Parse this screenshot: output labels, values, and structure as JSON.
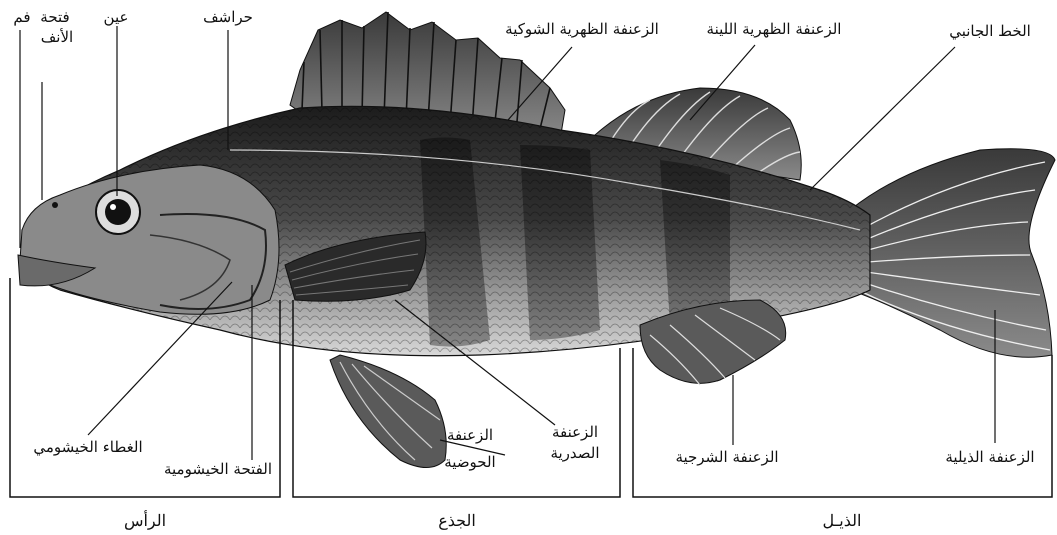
{
  "labels": {
    "mouth": "فم",
    "nostril_line1": "فتحة",
    "nostril_line2": "الأنف",
    "eye": "عين",
    "scales": "حراشف",
    "spiny_dorsal_fin": "الزعنفة الظهرية الشوكية",
    "soft_dorsal_fin": "الزعنفة الظهرية اللينة",
    "lateral_line": "الخط الجانبي",
    "gill_cover": "الغطاء الخيشومي",
    "gill_opening": "الفتحة الخيشومية",
    "pelvic_fin_line1": "الزعنفة",
    "pelvic_fin_line2": "الحوضية",
    "pectoral_fin_line1": "الزعنفة",
    "pectoral_fin_line2": "الصدرية",
    "anal_fin": "الزعنفة الشرجية",
    "caudal_fin": "الزعنفة الذيلية"
  },
  "sections": {
    "head": "الرأس",
    "trunk": "الجذع",
    "tail": "الذيـل"
  }
}
